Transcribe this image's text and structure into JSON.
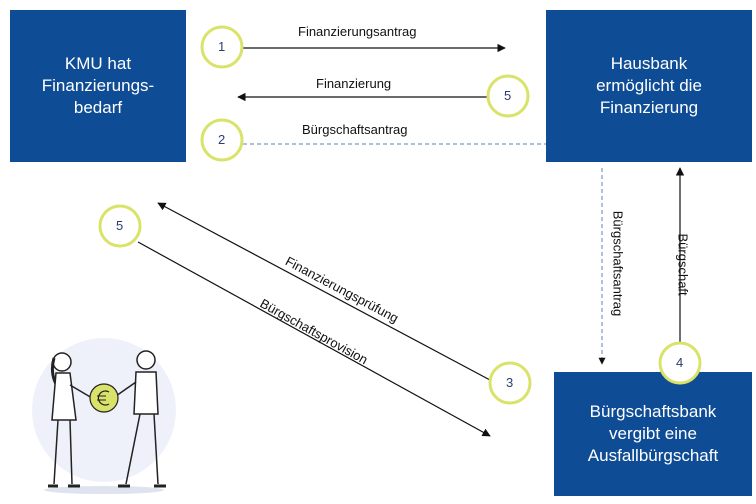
{
  "boxes": {
    "kmu": "KMU hat\nFinanzierungs-\nbedarf",
    "hausbank": "Hausbank\nermöglicht die\nFinanzierung",
    "buergschaftsbank": "Bürgschaftsbank\nvergibt eine\nAusfallbürgschaft"
  },
  "arrows": {
    "finanzierungsantrag": "Finanzierungsantrag",
    "finanzierung": "Finanzierung",
    "buergschaftsantrag_top": "Bürgschaftsantrag",
    "buergschaftsantrag_vertical": "Bürgschaftsantrag",
    "buergschaft": "Bürgschaft",
    "finanzierungspruefung": "Finanzierungsprüfung",
    "buergschaftsprovision": "Bürgschaftsprovision"
  },
  "steps": {
    "s1": "1",
    "s2": "2",
    "s3": "3",
    "s4": "4",
    "s5a": "5",
    "s5b": "5"
  },
  "colors": {
    "box": "#0f4c96",
    "circle_stroke": "#d9e36a",
    "dashed": "#5a86b8"
  }
}
